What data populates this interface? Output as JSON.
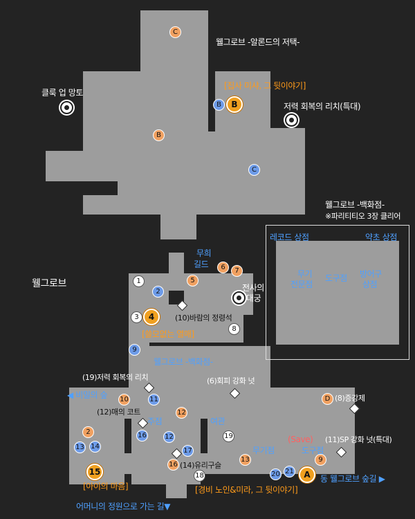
{
  "map": {
    "labels": {
      "mansion_title": "웰그로브 -알론드의 저택-",
      "wellgrove": "웰그로브",
      "dept_title": "웰그로브 -백화점-",
      "dept_note": "※파리티티오 3장 클리어",
      "record_shop": "레코드 상점",
      "potion_shop": "약초 상점",
      "weapon_shop_a": "무기",
      "weapon_shop_b": "전문점",
      "tool_shop": "도구점",
      "armor_shop_a": "방어구",
      "armor_shop_b": "상점",
      "clock_cape": "클룩 업 망토",
      "butler_quest": "[집사 미샤, 그 뒷이야기]",
      "stamina_richi_big": "저력 회복의 리치(특대)",
      "guild_a": "무희",
      "guild_b": "길드",
      "warrior_a": "전사의",
      "warrior_b": "대궁",
      "wind_spirit": "(10)바람의 정령석",
      "useless_fruit": "[쓸모없는 열매]",
      "dept_entrance": "웰그로브 -백화점-",
      "stamina_richi": "(19)저력 회복의 리치",
      "evade_nut": "(6)회피 강화 넛",
      "secret_forest": "◀ 비밀의 숲",
      "amplifier": "(8)증강제",
      "hawk_coat": "(12)매의 코트",
      "pub": "주점",
      "inn": "여관",
      "save": "(Save)",
      "sp_nut": "(11)SP 강화 넛(특대)",
      "weapon_store": "무기점",
      "tool_store": "도구점",
      "glass_bead": "(14)유리구슬",
      "east_path": "동 웰그로브 숲길 ▶",
      "child_heart": "[아이의 마음]",
      "guard_quest": "[경비 노인&미라, 그 뒷이야기]",
      "mother_garden": "어머니의 정원으로 가는 길▼"
    },
    "markers": {
      "C1": "C",
      "B1": "B",
      "B2": "B",
      "B3": "B",
      "C2": "C",
      "n6": "6",
      "n7": "7",
      "n5": "5",
      "n1": "1",
      "n2a": "2",
      "n3": "3",
      "n4": "4",
      "n8": "8",
      "n9a": "9",
      "n10": "10",
      "n11": "11",
      "D": "D",
      "n12a": "12",
      "n2b": "2",
      "n13a": "13",
      "n14": "14",
      "n16": "16",
      "n12b": "12",
      "n17": "17",
      "n19": "19",
      "n13b": "13",
      "n9b": "9",
      "n15": "15",
      "n16b": "16",
      "n18": "18",
      "n20": "20",
      "n21": "21",
      "A": "A"
    },
    "colors": {
      "background": "#232323",
      "floor": "#9d9d9d",
      "blue_text": "#4fa0ff",
      "orange_text": "#ff9b1a"
    }
  }
}
